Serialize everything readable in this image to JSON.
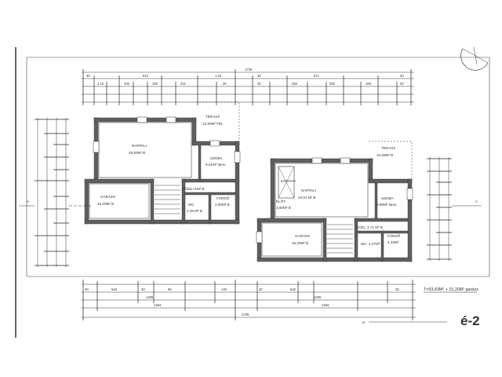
{
  "sheet_label": "é-2",
  "area_note": "T=53,43M² + 15,20M² garázs",
  "section_marks": [
    "A",
    "A"
  ],
  "scale_note": "m",
  "rooms": [
    {
      "name": "NAPPALI",
      "area": "28,60M² B"
    },
    {
      "name": "TERASZ",
      "area": "12,90M² FÉL"
    },
    {
      "name": "SZOBA",
      "area": "9,01M² lamo"
    },
    {
      "name": "GARÁZS",
      "area": "15,20M² B"
    },
    {
      "name": "KÖZL.",
      "area": "1,71M² B"
    },
    {
      "name": "FÜRDŐ",
      "area": "4,50M² B"
    },
    {
      "name": "WC",
      "area": "4,49 M² B"
    },
    {
      "name": "KONYHA",
      "area": ""
    },
    {
      "name": "NAPPALI",
      "area": "24,01 M² B"
    },
    {
      "name": "TERASZ",
      "area": "10,69M² B"
    },
    {
      "name": "SZOBA",
      "area": "9,88M² lamo"
    },
    {
      "name": "ELŐT.",
      "area": "3,60M² B"
    },
    {
      "name": "GARÁZS",
      "area": "15,20M² B"
    },
    {
      "name": "KÖZL.",
      "area": "3,71 M² B"
    },
    {
      "name": "WC",
      "area": "4,37M²"
    },
    {
      "name": "FÜRDŐ",
      "area": "4,33M²"
    }
  ],
  "top_dimensions": {
    "overall": "1726",
    "row2": [
      "30",
      "810",
      "1.20",
      "30",
      "871",
      "30"
    ],
    "row3": [
      "2,10",
      "200",
      "160",
      "251",
      "30",
      "30",
      "255",
      "265",
      "160",
      "30"
    ]
  },
  "bottom_dimensions": {
    "row1": [
      "30",
      "540",
      "30",
      "90",
      "140",
      "30",
      "540",
      "30"
    ],
    "row2": [
      "1205",
      "1205"
    ],
    "row3": [
      "1294",
      "1294"
    ],
    "overall": "2756"
  }
}
